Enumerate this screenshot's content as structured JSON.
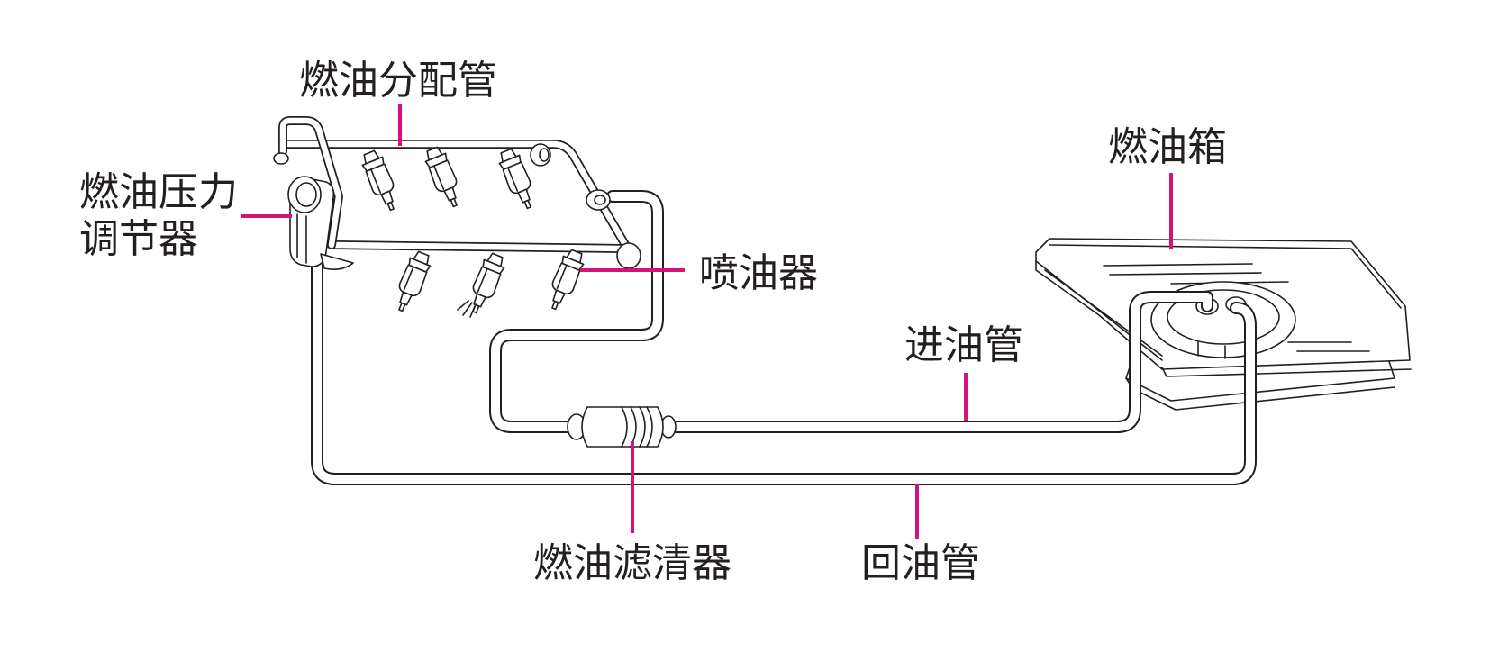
{
  "labels": {
    "fuel_rail": "燃油分配管",
    "pressure_regulator_line1": "燃油压力",
    "pressure_regulator_line2": "调节器",
    "fuel_tank": "燃油箱",
    "injector": "喷油器",
    "supply_pipe": "进油管",
    "fuel_filter": "燃油滤清器",
    "return_pipe": "回油管"
  },
  "colors": {
    "leader_line": "#d6127a",
    "line_art": "#231f20",
    "background": "#ffffff"
  }
}
